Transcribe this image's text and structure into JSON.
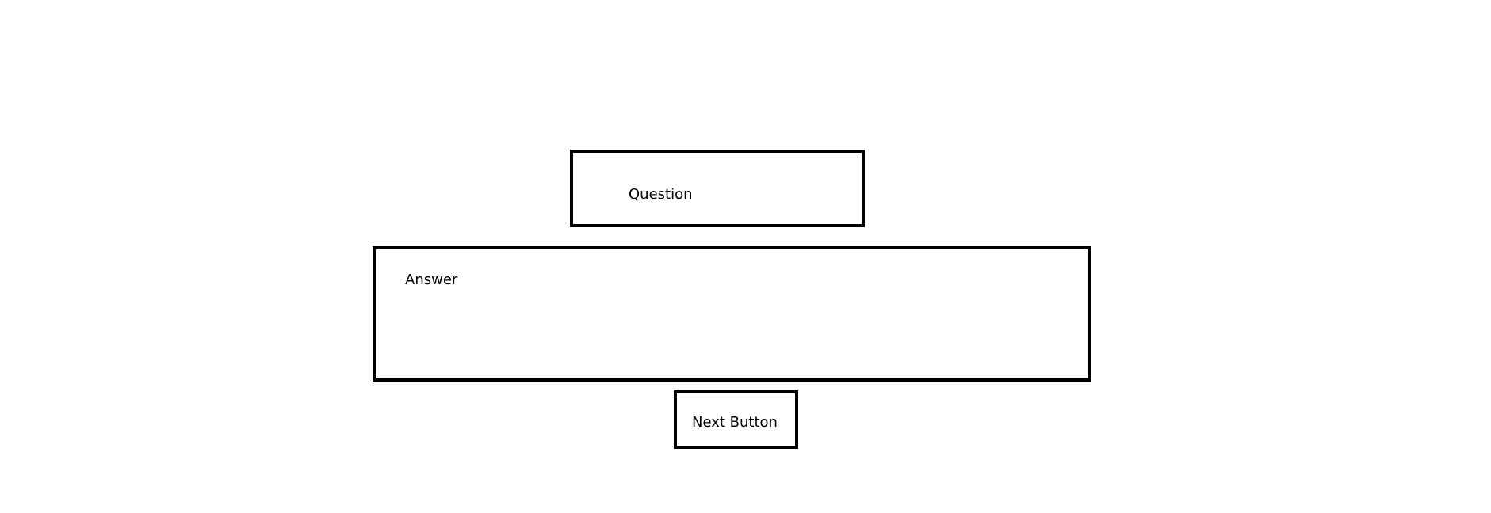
{
  "question": {
    "label": "Question"
  },
  "answer": {
    "label": "Answer"
  },
  "next_button": {
    "label": "Next Button"
  },
  "colors": {
    "border": "#000000",
    "background": "#ffffff",
    "text": "#000000"
  }
}
